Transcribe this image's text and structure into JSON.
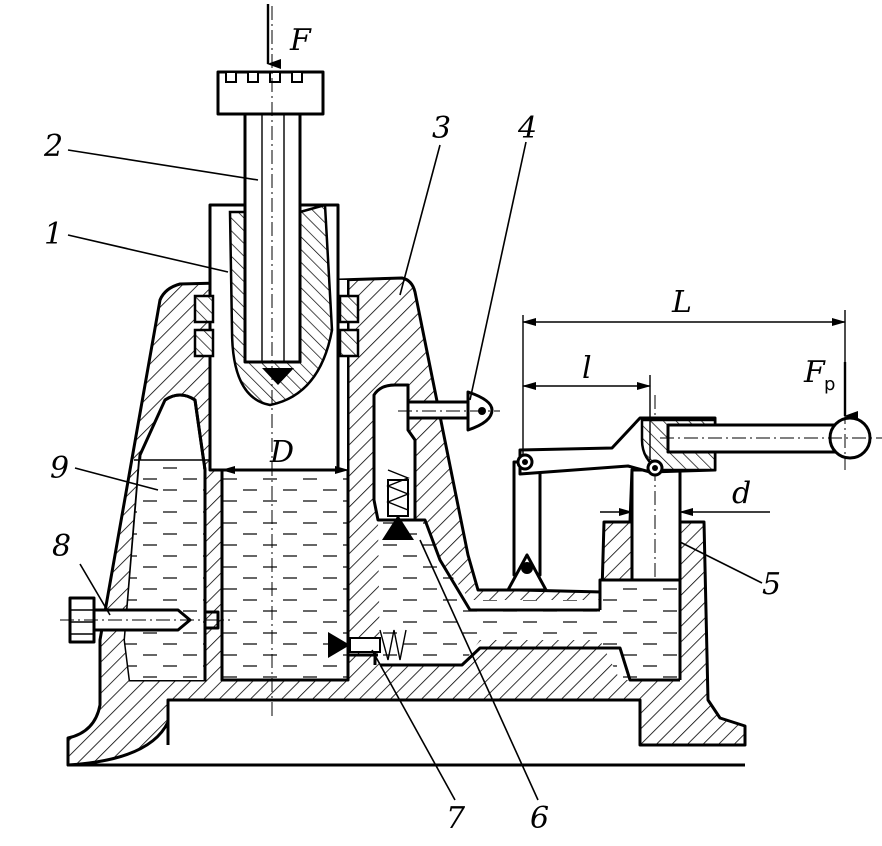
{
  "title": "",
  "labels": {
    "force_top": "F",
    "force_handle": "F",
    "force_handle_sub": "p",
    "dim_L": "L",
    "dim_l": "l",
    "dim_D": "D",
    "dim_d": "d",
    "part_1": "1",
    "part_2": "2",
    "part_3": "3",
    "part_4": "4",
    "part_5": "5",
    "part_6": "6",
    "part_7": "7",
    "part_8": "8",
    "part_9": "9"
  },
  "colors": {
    "ink": "#000000",
    "paper": "#ffffff"
  }
}
